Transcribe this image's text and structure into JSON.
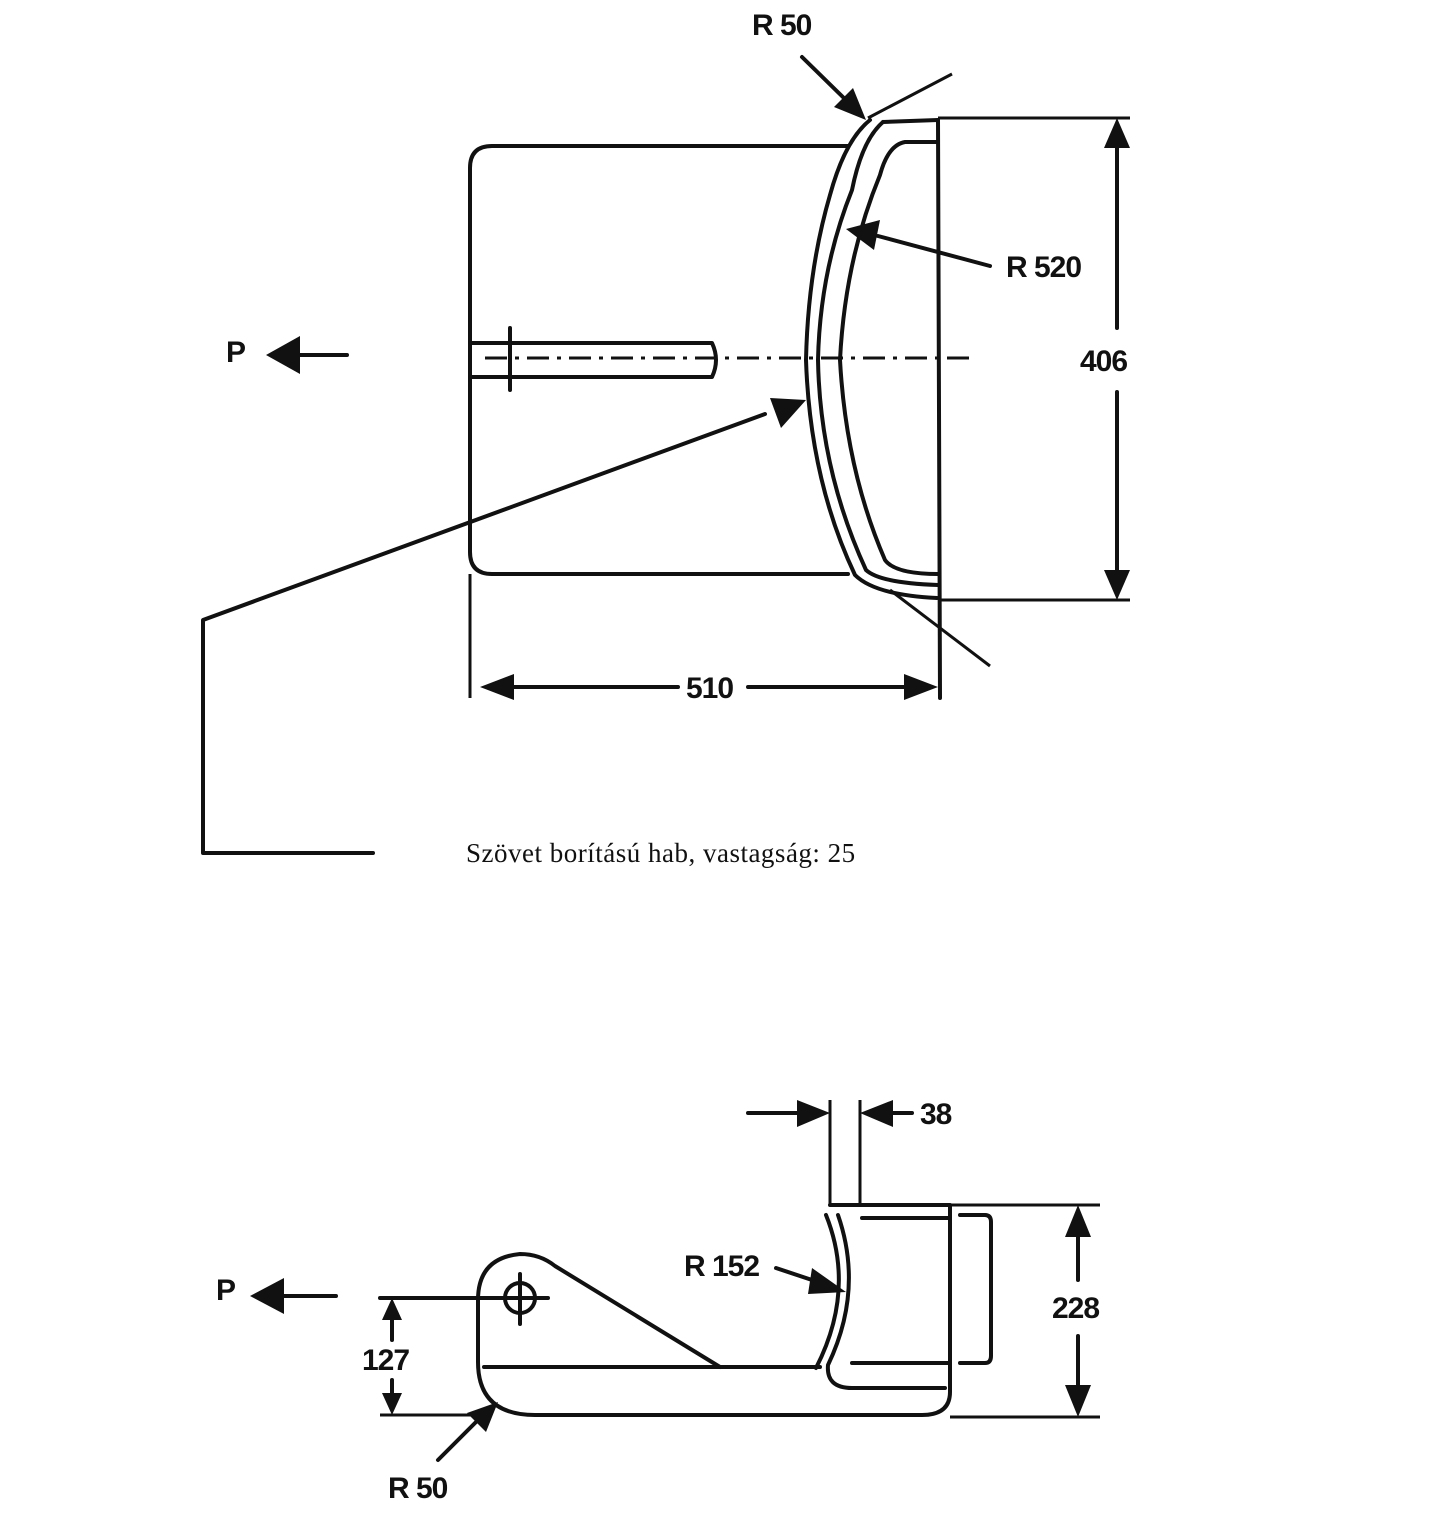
{
  "top_view": {
    "radius_top": "R 50",
    "radius_inner": "R 520",
    "height_dim": "406",
    "width_dim": "510",
    "force": "P",
    "caption": "Szövet borítású hab, vastagság: 25"
  },
  "side_view": {
    "thickness_dim": "38",
    "radius_back": "R 152",
    "height_dim": "228",
    "pivot_height_dim": "127",
    "radius_bottom": "R 50",
    "force": "P"
  }
}
